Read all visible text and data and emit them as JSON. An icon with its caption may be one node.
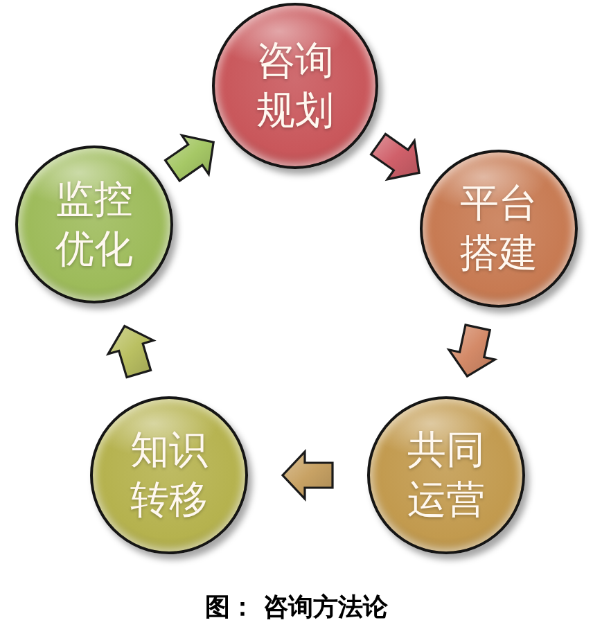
{
  "diagram": {
    "caption": "图： 咨询方法论",
    "nodes": [
      {
        "text": [
          "咨询规划"
        ]
      },
      {
        "text": [
          "平台搭建"
        ]
      },
      {
        "text": [
          "共同运营"
        ]
      },
      {
        "text": [
          "知识转移"
        ]
      },
      {
        "text": [
          "监控优化"
        ]
      }
    ],
    "edges": [
      {
        "from": 0,
        "to": 1,
        "arrow": "to",
        "color": "#d0606a"
      },
      {
        "from": 1,
        "to": 2,
        "arrow": "to",
        "color": "#d48a68"
      },
      {
        "from": 2,
        "to": 3,
        "arrow": "to",
        "color": "#c8a264"
      },
      {
        "from": 3,
        "to": 4,
        "arrow": "to",
        "color": "#bac062"
      },
      {
        "from": 4,
        "to": 0,
        "arrow": "to",
        "color": "#a6c866"
      }
    ]
  }
}
